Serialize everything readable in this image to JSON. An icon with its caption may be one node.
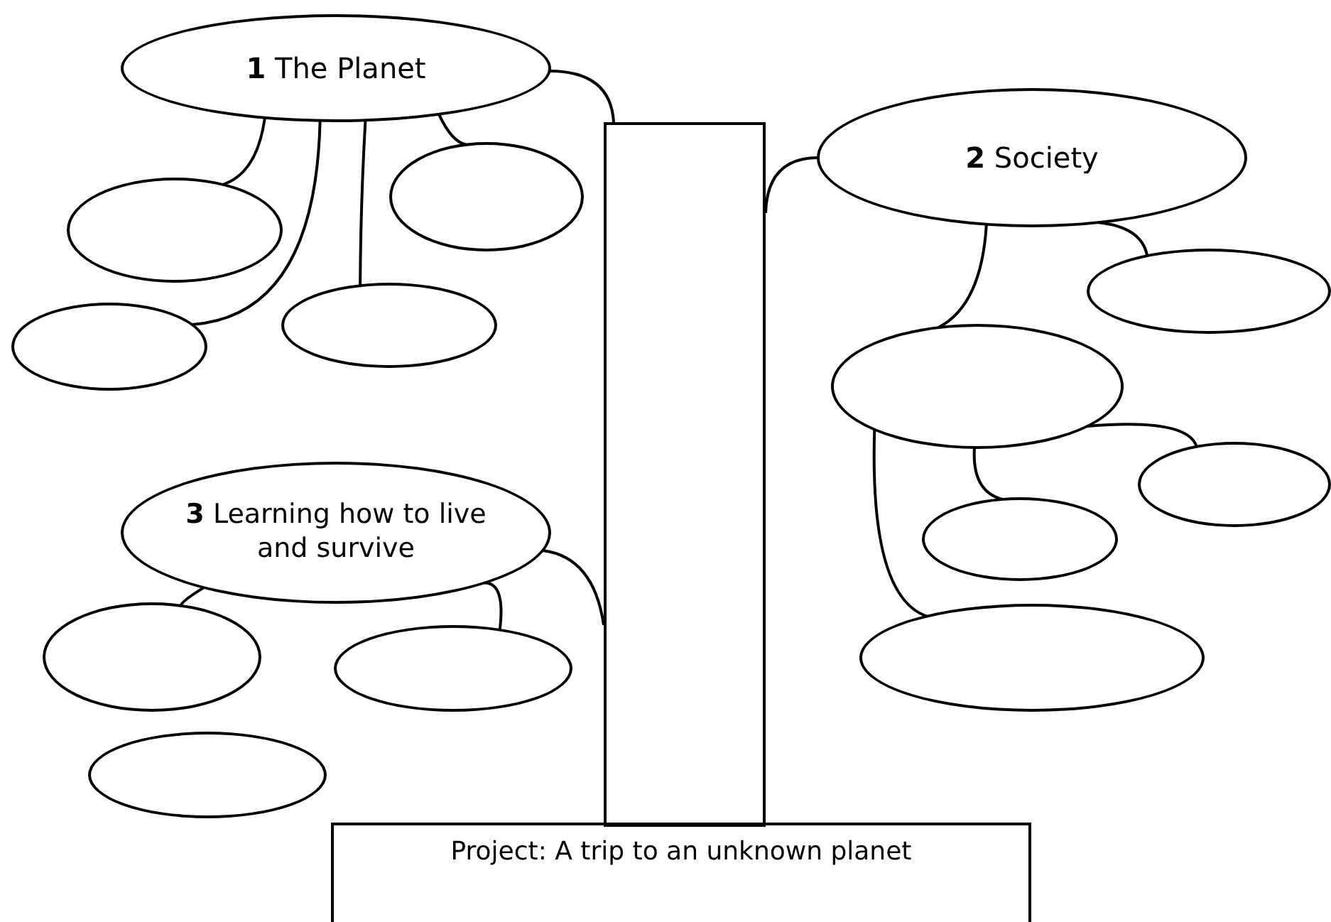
{
  "diagram": {
    "nodes": [
      {
        "text": [],
        "shape": "box"
      },
      {
        "text": [
          "**1** The Planet"
        ]
      },
      {
        "text": [],
        "shape": "ellipse"
      },
      {
        "text": [],
        "shape": "ellipse"
      },
      {
        "text": [],
        "shape": "ellipse"
      },
      {
        "text": [],
        "shape": "ellipse"
      },
      {
        "text": [
          "**2** Society"
        ]
      },
      {
        "text": [],
        "shape": "ellipse"
      },
      {
        "text": [],
        "shape": "ellipse"
      },
      {
        "text": [],
        "shape": "ellipse"
      },
      {
        "text": [],
        "shape": "ellipse"
      },
      {
        "text": [],
        "shape": "ellipse"
      },
      {
        "text": [
          "**3** Learning how to live and survive"
        ]
      },
      {
        "text": [],
        "shape": "ellipse"
      },
      {
        "text": [],
        "shape": "ellipse"
      },
      {
        "text": [],
        "shape": "ellipse"
      },
      {
        "text": [
          "Project: A trip to an unknown planet"
        ]
      }
    ],
    "edges": [
      {
        "from": 1,
        "to": 0,
        "arrow": "none"
      },
      {
        "from": 6,
        "to": 0,
        "arrow": "none"
      },
      {
        "from": 12,
        "to": 0,
        "arrow": "none"
      },
      {
        "from": 1,
        "to": 2,
        "arrow": "none"
      },
      {
        "from": 1,
        "to": 4,
        "arrow": "none"
      },
      {
        "from": 1,
        "to": 5,
        "arrow": "none"
      },
      {
        "from": 1,
        "to": 3,
        "arrow": "none"
      },
      {
        "from": 6,
        "to": 8,
        "arrow": "none"
      },
      {
        "from": 6,
        "to": 7,
        "arrow": "none"
      },
      {
        "from": 8,
        "to": 10,
        "arrow": "none"
      },
      {
        "from": 8,
        "to": 9,
        "arrow": "none"
      },
      {
        "from": 8,
        "to": 11,
        "arrow": "none"
      },
      {
        "from": 12,
        "to": 13,
        "arrow": "none"
      },
      {
        "from": 12,
        "to": 14,
        "arrow": "none"
      }
    ]
  }
}
